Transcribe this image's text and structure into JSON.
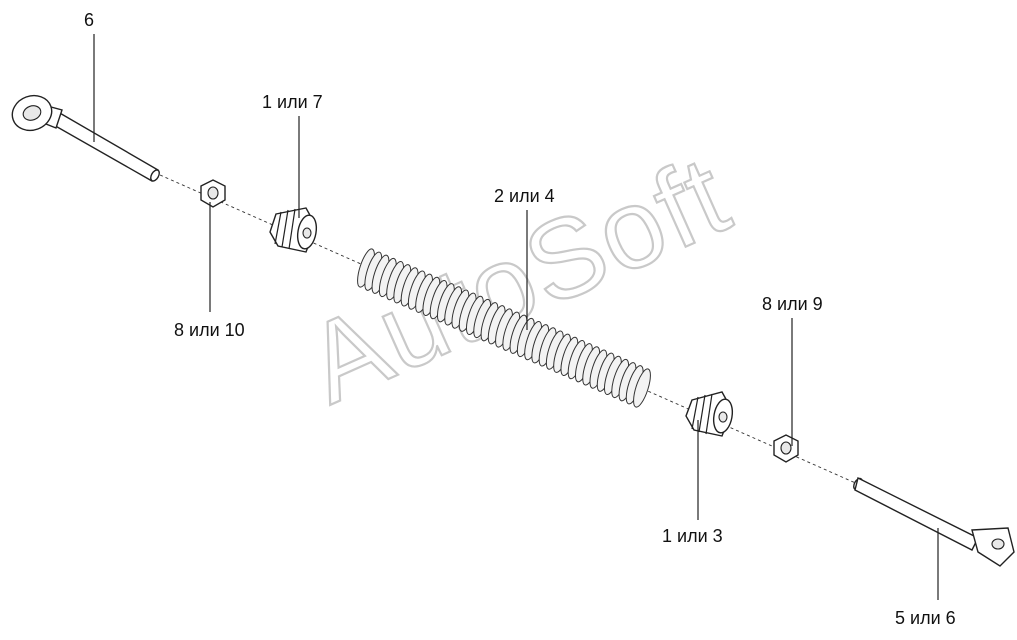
{
  "callouts": {
    "rod_left": "6",
    "nut_left": "8 или 10",
    "bushing_left": "1 или 7",
    "spring": "2 или 4",
    "bushing_right": "1 или 3",
    "nut_right": "8 или 9",
    "rod_right": "5 или 6"
  },
  "watermark": "AutoSoft",
  "colors": {
    "line": "#222222",
    "watermark": "#c9c9c9",
    "background": "#ffffff"
  }
}
